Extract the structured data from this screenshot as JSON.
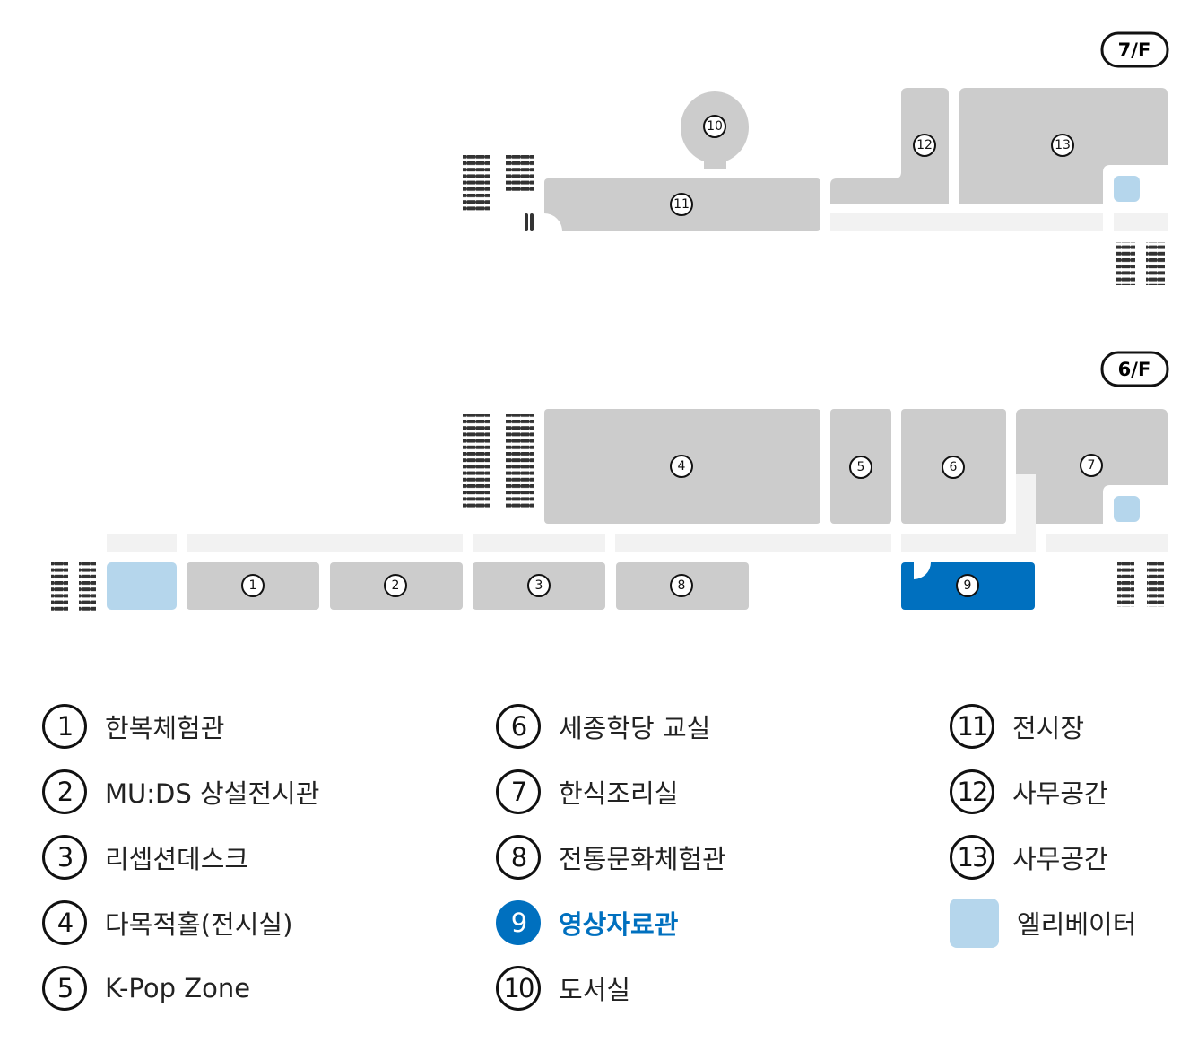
{
  "floors": {
    "upper": "7/F",
    "lower": "6/F"
  },
  "map_labels": {
    "r1": "1",
    "r2": "2",
    "r3": "3",
    "r4": "4",
    "r5": "5",
    "r6": "6",
    "r7": "7",
    "r8": "8",
    "r9": "9",
    "r10": "10",
    "r11": "11",
    "r12": "12",
    "r13": "13"
  },
  "legend": [
    {
      "num": "1",
      "label": "한복체험관"
    },
    {
      "num": "2",
      "label": "MU:DS 상설전시관"
    },
    {
      "num": "3",
      "label": "리셉션데스크"
    },
    {
      "num": "4",
      "label": "다목적홀(전시실)"
    },
    {
      "num": "5",
      "label": "K-Pop Zone"
    },
    {
      "num": "6",
      "label": "세종학당 교실"
    },
    {
      "num": "7",
      "label": "한식조리실"
    },
    {
      "num": "8",
      "label": "전통문화체험관"
    },
    {
      "num": "9",
      "label": "영상자료관",
      "selected": true
    },
    {
      "num": "10",
      "label": "도서실"
    },
    {
      "num": "11",
      "label": "전시장"
    },
    {
      "num": "12",
      "label": "사무공간"
    },
    {
      "num": "13",
      "label": "사무공간"
    },
    {
      "num": "",
      "label": "엘리베이터"
    }
  ],
  "colors": {
    "room": "#cccccc",
    "corridor": "#f2f2f2",
    "elevator": "#b5d6ec",
    "selected": "#0070bf"
  }
}
